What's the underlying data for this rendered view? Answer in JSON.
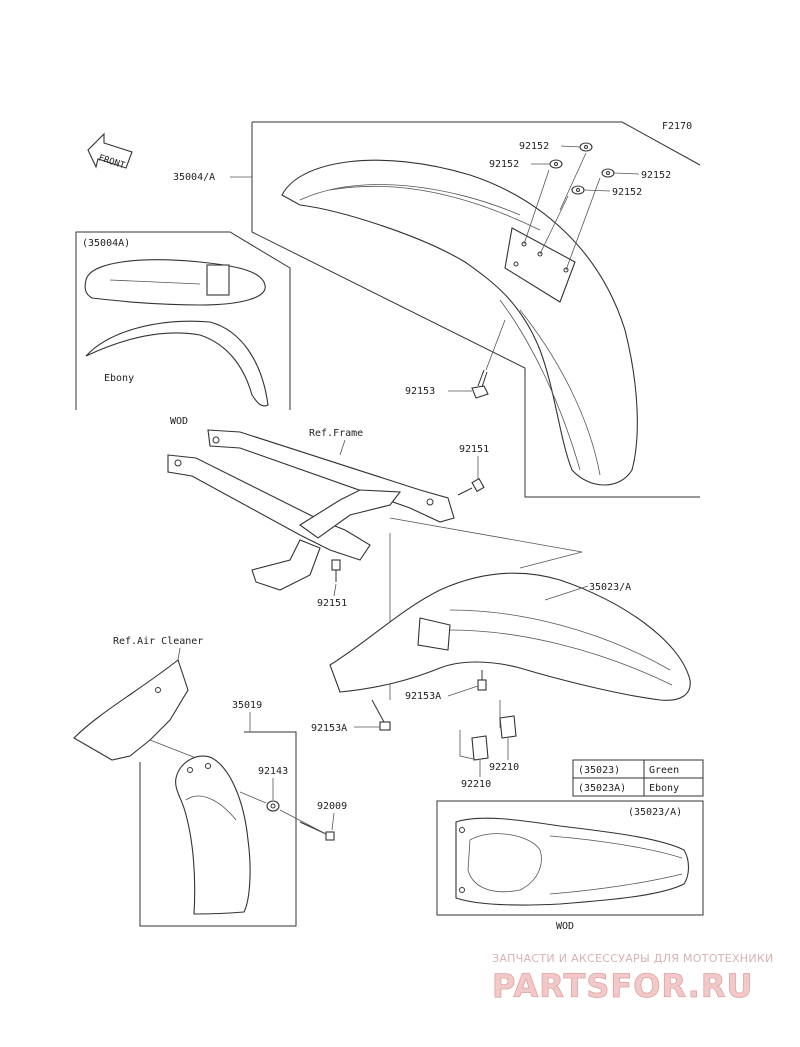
{
  "diagram_code": "F2170",
  "front_label": "FRONT",
  "callouts": {
    "front_fender": "35004/A",
    "front_fender_variant_box": "(35004A)",
    "ebony_label": "Ebony",
    "w_o_d_top": "WOD",
    "ref_frame": "Ref.Frame",
    "washer_1": "92152",
    "washer_2": "92152",
    "washer_3": "92152",
    "washer_4": "92152",
    "bolt_front": "92153",
    "bolt_frame_right": "92151",
    "bolt_frame_left": "92151",
    "rear_fender": "35023/A",
    "ref_air_cleaner": "Ref.Air Cleaner",
    "flap": "35019",
    "collar": "92143",
    "screw": "92009",
    "bolt_rear_right": "92153A",
    "bolt_rear_left": "92153A",
    "nut_right": "92210",
    "nut_left": "92210",
    "rear_fender_variant_box": "(35023/A)",
    "w_o_d_bottom": "WOD"
  },
  "color_table": {
    "rows": [
      {
        "code": "(35023)",
        "color": "Green"
      },
      {
        "code": "(35023A)",
        "color": "Ebony"
      }
    ]
  },
  "watermark": {
    "caption": "ЗАПЧАСТИ И АКСЕССУАРЫ ДЛЯ МОТОТЕХНИКИ",
    "brand": "PARTSFOR.RU"
  }
}
